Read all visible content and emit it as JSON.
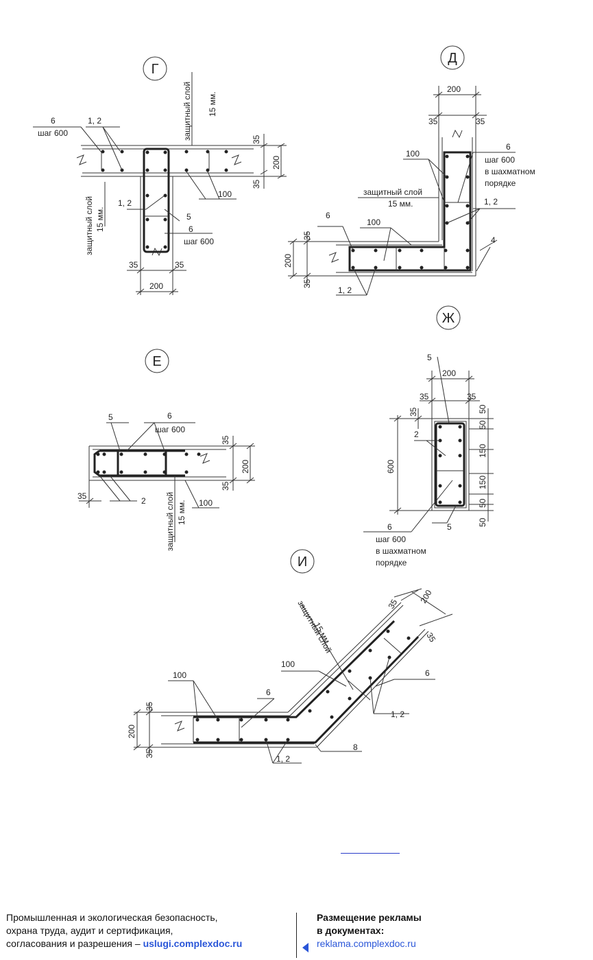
{
  "sections": {
    "G": {
      "circle": "Г",
      "protective_layer": "защитный слой",
      "protective_mm": "15 мм.",
      "protective_layer_2": "защитный слой",
      "protective_mm_2": "15 мм.",
      "l6": "6",
      "step": "шаг 600",
      "l12a": "1, 2",
      "l12b": "1, 2",
      "l5": "5",
      "l6b": "6",
      "step2": "шаг 600",
      "l100": "100",
      "d35a": "35",
      "d35b": "35",
      "d200": "200",
      "d35c": "35",
      "d35d": "35",
      "d200b": "200"
    },
    "D": {
      "circle": "Д",
      "d200": "200",
      "d35a": "35",
      "d35b": "35",
      "l100": "100",
      "l6": "6",
      "step": "шаг 600",
      "chess1": "в шахматном",
      "chess2": "порядке",
      "protective_layer": "защитный слой",
      "protective_mm": "15 мм.",
      "l12": "1, 2",
      "l6b": "6",
      "l100b": "100",
      "l4": "4",
      "d35c": "35",
      "d200b": "200",
      "d35d": "35",
      "l12b": "1, 2"
    },
    "E": {
      "circle": "Е",
      "l5": "5",
      "l6": "6",
      "step": "шаг 600",
      "d35a": "35",
      "d200": "200",
      "d35b": "35",
      "d35c": "35",
      "l2": "2",
      "l100": "100",
      "protective_layer": "защитный слой",
      "protective_mm": "15 мм."
    },
    "ZH": {
      "circle": "Ж",
      "l5": "5",
      "d200": "200",
      "d35a": "35",
      "d35b": "35",
      "d35c": "35",
      "d50a": "50",
      "d50b": "50",
      "l2": "2",
      "d150a": "150",
      "d600": "600",
      "d150b": "150",
      "d50c": "50",
      "d50d": "50",
      "l6": "6",
      "step": "шаг 600",
      "chess1": "в шахматном",
      "chess2": "порядке",
      "l5b": "5"
    },
    "I": {
      "circle": "И",
      "d35a": "35",
      "d200": "200",
      "protective_layer": "защитный слой",
      "protective_mm": "15 мм.",
      "d35b": "35",
      "l100a": "100",
      "l6a": "6",
      "l100b": "100",
      "l6b": "6",
      "l12a": "1, 2",
      "d35c": "35",
      "d200b": "200",
      "d35d": "35",
      "l12b": "1, 2",
      "l8": "8"
    }
  },
  "footer": {
    "left_line1": "Промышленная и экологическая безопасность,",
    "left_line2": "охрана труда, аудит и сертификация,",
    "left_line3_prefix": "согласования и разрешения – ",
    "left_link": "uslugi.complexdoc.ru",
    "right_line1": "Размещение рекламы",
    "right_line2": "в документах:",
    "right_link": "reklama.complexdoc.ru"
  }
}
